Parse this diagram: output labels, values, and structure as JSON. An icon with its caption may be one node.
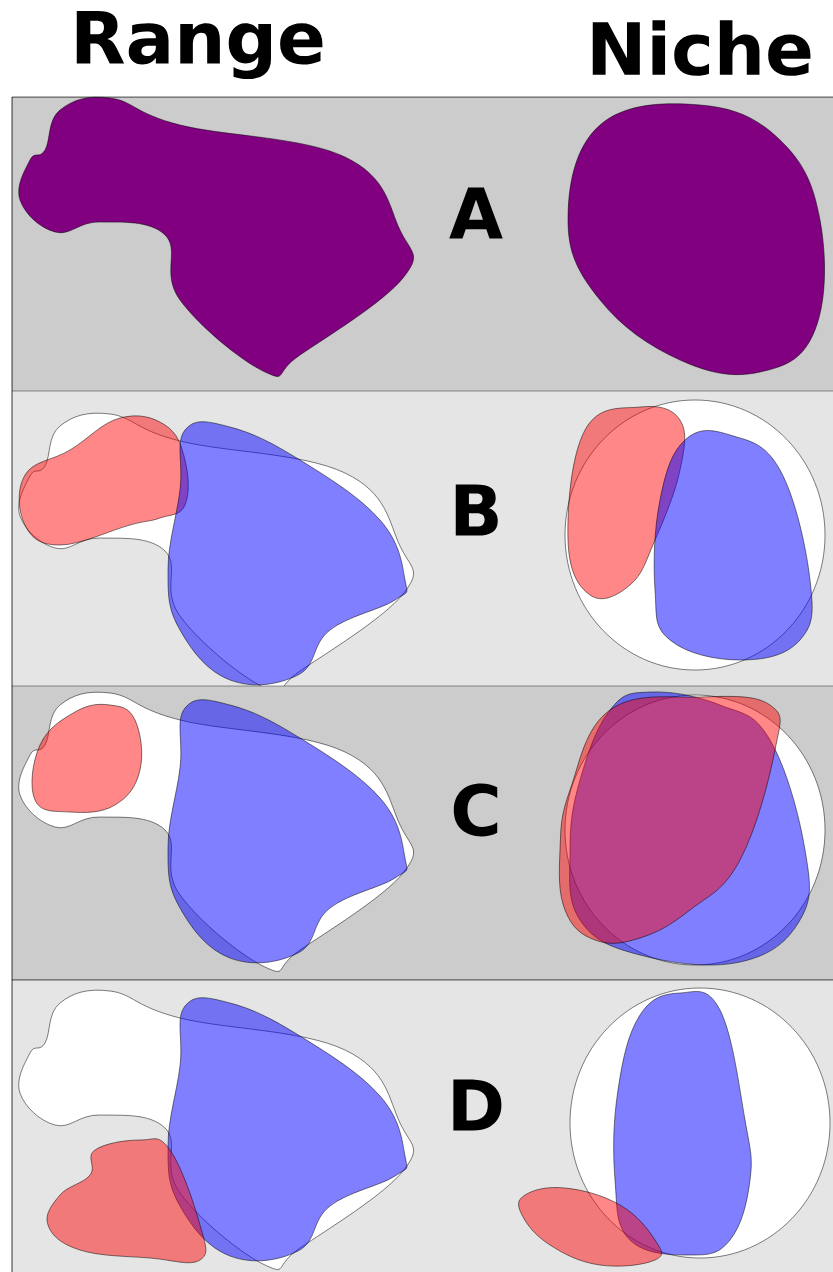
{
  "diagram": {
    "nodes": [
      {
        "text": [
          "A"
        ]
      },
      {
        "text": [
          "B"
        ]
      },
      {
        "text": [
          "C"
        ]
      },
      {
        "text": [
          "D"
        ]
      }
    ],
    "labels": [
      "Range",
      "Niche"
    ]
  }
}
